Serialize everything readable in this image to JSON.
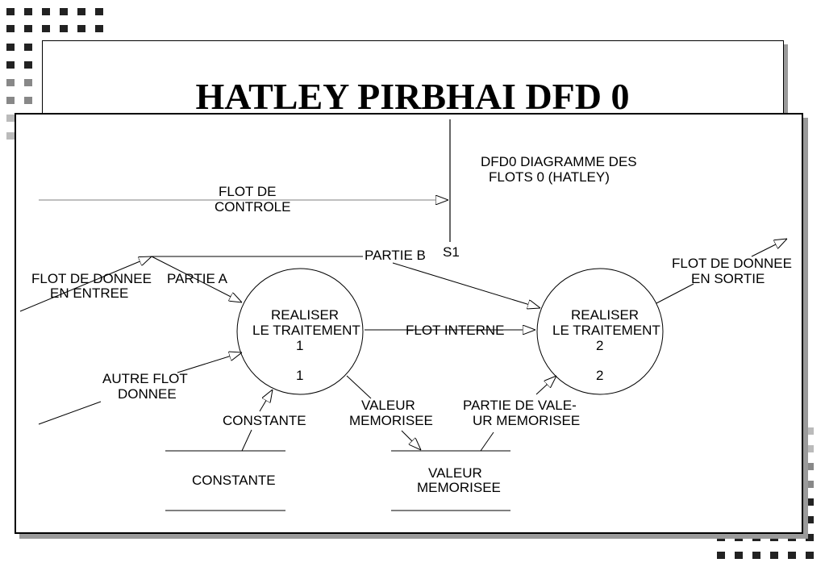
{
  "title": "HATLEY PIRBHAI DFD 0",
  "diagram_caption": [
    "DFD0 DIAGRAMME DES",
    "FLOTS 0 (HATLEY)"
  ],
  "labels": {
    "control_flow": [
      "FLOT DE",
      "CONTROLE"
    ],
    "bar": "S1",
    "part_b": "PARTIE B",
    "input_flow": [
      "FLOT DE DONNEE",
      "EN ENTREE"
    ],
    "part_a": "PARTIE A",
    "other_flow": [
      "AUTRE FLOT",
      "DONNEE"
    ],
    "constant_flow": "CONSTANTE",
    "internal_flow": "FLOT INTERNE",
    "stored_value_flow": [
      "VALEUR",
      "MEMORISEE"
    ],
    "partial_stored_flow": [
      "PARTIE DE VALE-",
      "UR MEMORISEE"
    ],
    "output_flow": [
      "FLOT DE DONNEE",
      "EN SORTIE"
    ]
  },
  "processes": [
    {
      "lines": [
        "REALISER",
        "LE TRAITEMENT",
        "1"
      ],
      "number": "1"
    },
    {
      "lines": [
        "REALISER",
        "LE TRAITEMENT",
        "2"
      ],
      "number": "2"
    }
  ],
  "stores": [
    {
      "label": "CONSTANTE"
    },
    {
      "lines": [
        "VALEUR",
        "MEMORISEE"
      ]
    }
  ]
}
